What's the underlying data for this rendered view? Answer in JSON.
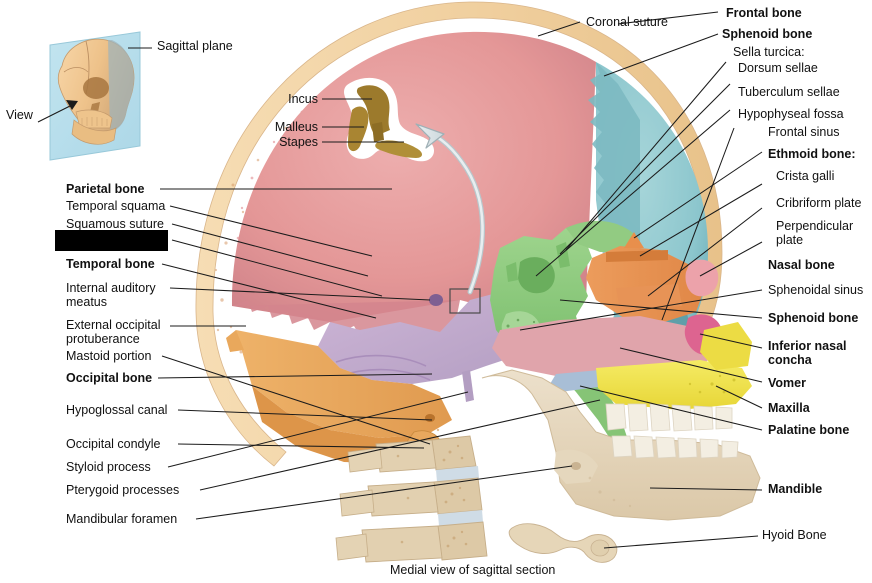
{
  "figure": {
    "caption": "Medial view of sagittal section",
    "inset": {
      "sagittal_plane_label": "Sagittal plane",
      "view_label": "View"
    },
    "ossicles": {
      "incus": "Incus",
      "malleus": "Malleus",
      "stapes": "Stapes"
    },
    "top_label": "Coronal suture"
  },
  "labels_left": [
    {
      "text": "Parietal bone",
      "bold": true
    },
    {
      "text": "Temporal squama",
      "bold": false
    },
    {
      "text": "Squamous suture",
      "bold": false
    },
    {
      "text": "",
      "bold": true,
      "redacted": true
    },
    {
      "text": "Temporal bone",
      "bold": true
    },
    {
      "text": "Internal auditory\nmeatus",
      "bold": false
    },
    {
      "text": "External occipital\nprotuberance",
      "bold": false
    },
    {
      "text": "Mastoid portion",
      "bold": false
    },
    {
      "text": "Occipital bone",
      "bold": true
    },
    {
      "text": "Hypoglossal canal",
      "bold": false
    },
    {
      "text": "Occipital condyle",
      "bold": false
    },
    {
      "text": "Styloid process",
      "bold": false
    },
    {
      "text": "Pterygoid processes",
      "bold": false
    },
    {
      "text": "Mandibular foramen",
      "bold": false
    }
  ],
  "labels_right": [
    {
      "text": "Frontal bone",
      "bold": true
    },
    {
      "text": "Sphenoid bone",
      "bold": true
    },
    {
      "text": "Sella turcica:",
      "bold": false
    },
    {
      "text": "Dorsum sellae",
      "bold": false
    },
    {
      "text": "Tuberculum sellae",
      "bold": false
    },
    {
      "text": "Hypophyseal fossa",
      "bold": false
    },
    {
      "text": "Frontal sinus",
      "bold": false
    },
    {
      "text": "Ethmoid bone:",
      "bold": true
    },
    {
      "text": "Crista galli",
      "bold": false
    },
    {
      "text": "Cribriform plate",
      "bold": false
    },
    {
      "text": "Perpendicular\nplate",
      "bold": false
    },
    {
      "text": "Nasal bone",
      "bold": true
    },
    {
      "text": "Sphenoidal sinus",
      "bold": false
    },
    {
      "text": "Sphenoid bone",
      "bold": true
    },
    {
      "text": "Inferior nasal\nconcha",
      "bold": true
    },
    {
      "text": "Vomer",
      "bold": true
    },
    {
      "text": "Maxilla",
      "bold": true
    },
    {
      "text": "Palatine bone",
      "bold": true
    },
    {
      "text": "Mandible",
      "bold": true
    },
    {
      "text": "Hyoid Bone",
      "bold": false
    }
  ],
  "colors": {
    "parietal": "#e79a9a",
    "parietal_deep": "#c87f86",
    "frontal": "#8fc9cf",
    "temporal": "#c3aacd",
    "occipital": "#e7a85c",
    "sphenoid": "#8cc97e",
    "ethmoid": "#e79356",
    "nasal": "#eea2a8",
    "vomer": "#e2aab0",
    "maxilla": "#f0e24a",
    "concha": "#e0628f",
    "palatine": "#a8bed6",
    "bone": "#e3d3b8",
    "diploe": "#f1d3a6",
    "plane": "#b5ddeb",
    "tooth": "#f2ece0",
    "ossicle": "#9c7a2c"
  }
}
